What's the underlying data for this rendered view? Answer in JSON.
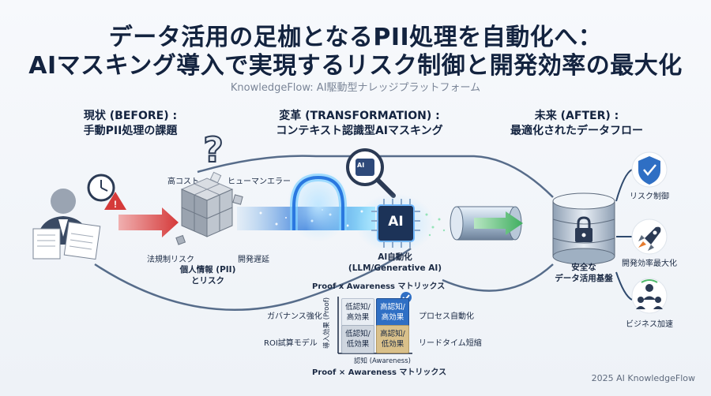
{
  "header": {
    "title_line1": "データ活用の足枷となるPII処理を自動化へ：",
    "title_line2": "AIマスキング導入で実現するリスク制御と開発効率の最大化",
    "subtitle": "KnowledgeFlow: AI駆動型ナレッジプラットフォーム"
  },
  "before": {
    "heading_line1": "現状 (BEFORE) :",
    "heading_line2": "手動PII処理の課題",
    "issue_cost": "高コスト",
    "issue_human_error": "ヒューマンエラー",
    "issue_legal": "法規制リスク",
    "issue_delay": "開発遅延",
    "pii_line1": "個人情報 (PII)",
    "pii_line2": "とリスク"
  },
  "transformation": {
    "heading_line1": "変革 (TRANSFORMATION) :",
    "heading_line2": "コンテキスト認識型AIマスキング",
    "chip_text": "AI",
    "magnifier_text": "AI",
    "ai_line1": "AI自動化",
    "ai_line2": "(LLM/Generative AI)"
  },
  "after": {
    "heading_line1": "未来 (AFTER) :",
    "heading_line2": "最適化されたデータフロー",
    "base_line1": "安全な",
    "base_line2": "データ活用基盤",
    "outcome_risk": "リスク制御",
    "outcome_dev": "開発効率最大化",
    "outcome_business": "ビジネス加速"
  },
  "matrix": {
    "title_top": "Proof x Awareness マトリックス",
    "title_bottom": "Proof × Awareness マトリックス",
    "y_axis": "導入効果 (Proof)",
    "x_axis": "認知 (Awareness)",
    "cell_tl_line1": "低認知/",
    "cell_tl_line2": "高効果",
    "cell_tr_line1": "高認知/",
    "cell_tr_line2": "高効果",
    "cell_bl_line1": "低認知/",
    "cell_bl_line2": "低効果",
    "cell_br_line1": "高認知/",
    "cell_br_line2": "低効果",
    "left_top": "ガバナンス強化",
    "left_bottom": "ROI試算モデル",
    "right_top": "プロセス自動化",
    "right_bottom": "リードタイム短縮"
  },
  "footer": {
    "copyright": "2025 AI KnowledgeFlow"
  },
  "colors": {
    "navy": "#13233f",
    "accent_blue": "#2f6fc4",
    "red": "#d53a3a",
    "green": "#4fb86a",
    "gold": "#d9c08a"
  }
}
